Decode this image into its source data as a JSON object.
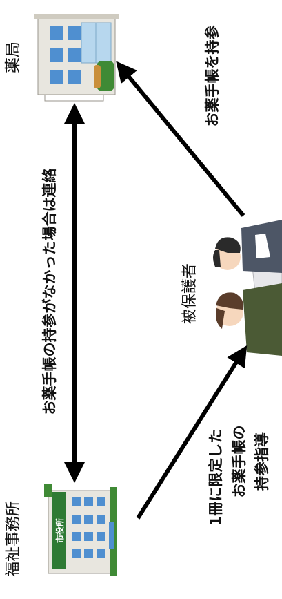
{
  "nodes": {
    "pharmacy": "薬局",
    "welfare_office": "福祉事務所",
    "welfare_office_sign": "市役所",
    "recipient": "被保護者"
  },
  "edges": {
    "office_to_recipient": [
      "1冊に限定した",
      "お薬手帳の",
      "持参指導"
    ],
    "recipient_to_pharmacy": "お薬手帳を持参",
    "pharmacy_to_office": "お薬手帳の持参がなかった場合は連絡"
  }
}
